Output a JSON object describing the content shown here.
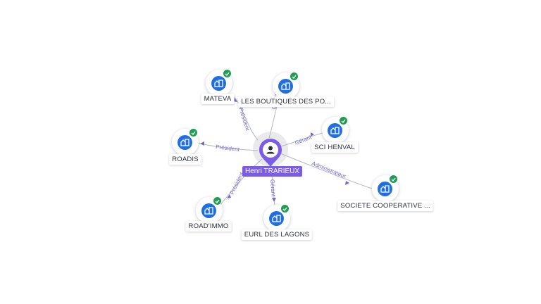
{
  "center": {
    "name": "Henri TRARIEUX",
    "icon": "person-icon",
    "color": "#7b5ce6"
  },
  "companies": [
    {
      "key": "mateva",
      "label": "MATEVA",
      "role": "Président",
      "verified": true
    },
    {
      "key": "boutiques",
      "label": "LES BOUTIQUES DES PO...",
      "role": "Gérant",
      "verified": true
    },
    {
      "key": "roadis",
      "label": "ROADIS",
      "role": "Président",
      "verified": true
    },
    {
      "key": "henval",
      "label": "SCI HENVAL",
      "role": "Gérant",
      "verified": true
    },
    {
      "key": "cooperative",
      "label": "SOCIETE COOPERATIVE ...",
      "role": "Administrateur",
      "verified": true
    },
    {
      "key": "roadimmo",
      "label": "ROAD'IMMO",
      "role": "Président",
      "verified": true
    },
    {
      "key": "lagons",
      "label": "EURL DES LAGONS",
      "role": "Gérant",
      "verified": true
    }
  ],
  "colors": {
    "company_node": "#1f6fe0",
    "verified": "#1e9e52",
    "edge_label": "#7467d4",
    "edge": "#b3b8c6"
  },
  "icons": {
    "company": "building-icon",
    "verified": "check-badge-icon"
  }
}
